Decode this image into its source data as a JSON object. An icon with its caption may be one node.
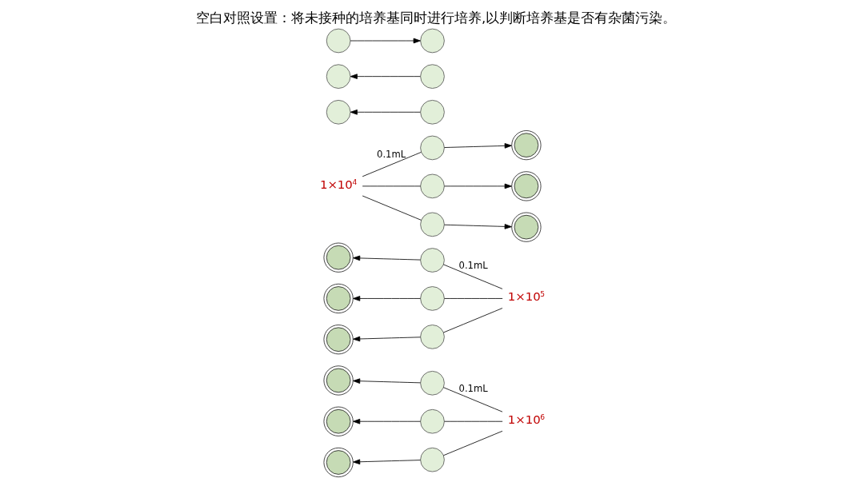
{
  "diagram": {
    "title": "空白对照设置：将未接种的培养基同时进行培养,以判断培养基是否有杂菌污染。",
    "nodes": [
      {
        "text": [
          "1×10$^{6}$"
        ]
      },
      {
        "text": [
          "1×10$^{5}$"
        ]
      },
      {
        "text": [
          "1×10$^{4}$"
        ]
      },
      {
        "text": [],
        "shape": "colonies"
      },
      {
        "text": [],
        "shape": "circle"
      },
      {
        "text": [],
        "shape": "colonies"
      },
      {
        "text": [],
        "shape": "circle"
      },
      {
        "text": [],
        "shape": "circle"
      },
      {
        "text": [],
        "shape": "colonies"
      },
      {
        "text": [],
        "shape": "colonies"
      },
      {
        "text": [],
        "shape": "circle"
      },
      {
        "text": [],
        "shape": "colonies"
      },
      {
        "text": [],
        "shape": "circle"
      },
      {
        "text": [],
        "shape": "circle"
      },
      {
        "text": [],
        "shape": "colonies"
      },
      {
        "text": [],
        "shape": "colonies"
      },
      {
        "text": [],
        "shape": "circle"
      },
      {
        "text": [],
        "shape": "colonies"
      },
      {
        "text": [],
        "shape": "circle"
      },
      {
        "text": [],
        "shape": "circle"
      },
      {
        "text": [],
        "shape": "colonies"
      },
      {
        "text": [],
        "shape": "circle"
      },
      {
        "text": [],
        "shape": "circle"
      },
      {
        "text": [],
        "shape": "circle"
      },
      {
        "text": [],
        "shape": "circle"
      },
      {
        "text": [],
        "shape": "circle"
      },
      {
        "text": [],
        "shape": "circle"
      }
    ],
    "edges": [
      {
        "from": 0,
        "to": 4,
        "arrow": "none",
        "label": "0.1mL"
      },
      {
        "from": 0,
        "to": 10,
        "arrow": "none"
      },
      {
        "from": 0,
        "to": 16,
        "arrow": "none"
      },
      {
        "from": 1,
        "to": 6,
        "arrow": "none",
        "label": "0.1mL"
      },
      {
        "from": 1,
        "to": 12,
        "arrow": "none"
      },
      {
        "from": 1,
        "to": 18,
        "arrow": "none"
      },
      {
        "from": 2,
        "to": 7,
        "arrow": "none",
        "label": "0.1mL"
      },
      {
        "from": 2,
        "to": 13,
        "arrow": "none"
      },
      {
        "from": 2,
        "to": 19,
        "arrow": "none"
      },
      {
        "from": 4,
        "to": 3,
        "arrow": "to"
      },
      {
        "from": 10,
        "to": 9,
        "arrow": "to"
      },
      {
        "from": 16,
        "to": 15,
        "arrow": "to"
      },
      {
        "from": 22,
        "to": 21,
        "arrow": "to"
      },
      {
        "from": 6,
        "to": 5,
        "arrow": "to"
      },
      {
        "from": 12,
        "to": 11,
        "arrow": "to"
      },
      {
        "from": 18,
        "to": 17,
        "arrow": "to"
      },
      {
        "from": 24,
        "to": 23,
        "arrow": "to"
      },
      {
        "from": 7,
        "to": 8,
        "arrow": "to"
      },
      {
        "from": 13,
        "to": 14,
        "arrow": "to"
      },
      {
        "from": 19,
        "to": 20,
        "arrow": "to"
      },
      {
        "from": 25,
        "to": 26,
        "arrow": "to"
      }
    ]
  }
}
